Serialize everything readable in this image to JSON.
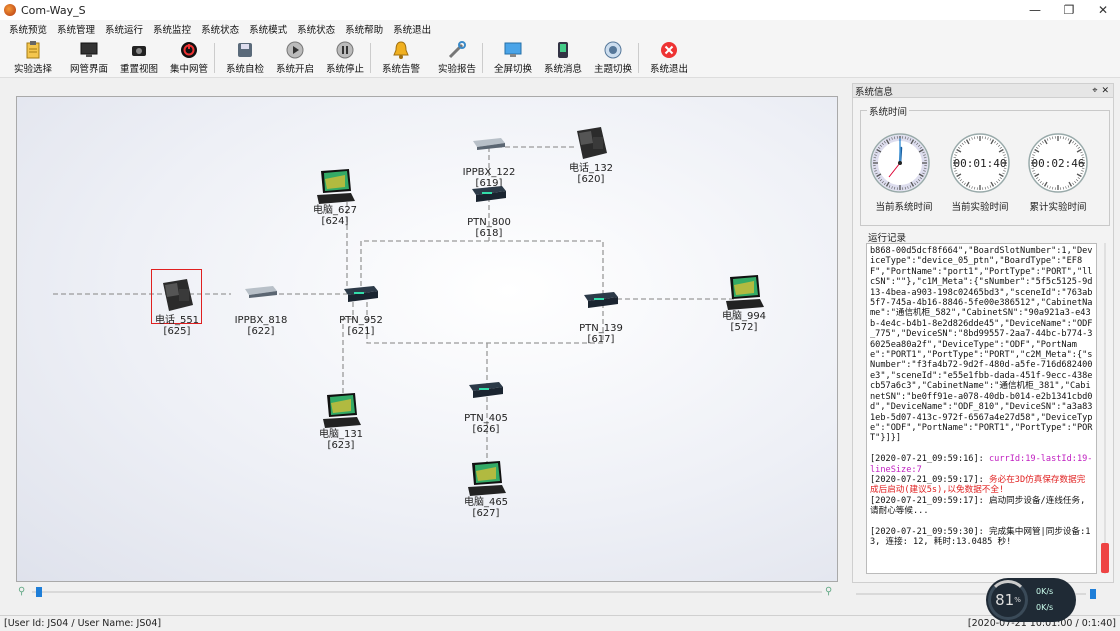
{
  "window": {
    "title": "Com-Way_S"
  },
  "menu": [
    "系统预览",
    "系统管理",
    "系统运行",
    "系统监控",
    "系统状态",
    "系统模式",
    "系统状态",
    "系统帮助",
    "系统退出"
  ],
  "toolbar": [
    {
      "label": "实验选择",
      "icon": "clipboard-icon"
    },
    {
      "label": "网管界面",
      "icon": "monitor-icon"
    },
    {
      "label": "重置视图",
      "icon": "camera-icon"
    },
    {
      "label": "集中网管",
      "icon": "power-icon"
    },
    {
      "label": "系统自检",
      "icon": "disk-icon"
    },
    {
      "label": "系统开启",
      "icon": "play-icon"
    },
    {
      "label": "系统停止",
      "icon": "pause-icon"
    },
    {
      "label": "系统告警",
      "icon": "bell-icon"
    },
    {
      "label": "实验报告",
      "icon": "tools-icon"
    },
    {
      "label": "全屏切换",
      "icon": "screen-icon"
    },
    {
      "label": "系统消息",
      "icon": "phone-icon"
    },
    {
      "label": "主题切换",
      "icon": "theme-icon"
    },
    {
      "label": "系统退出",
      "icon": "exit-icon"
    }
  ],
  "nodes": [
    {
      "id": "phone551",
      "name": "电话_551",
      "num": "[625]",
      "kind": "phone"
    },
    {
      "id": "ippbx818",
      "name": "IPPBX_818",
      "num": "[622]",
      "kind": "switch"
    },
    {
      "id": "ptn952",
      "name": "PTN_952",
      "num": "[621]",
      "kind": "router"
    },
    {
      "id": "pc627",
      "name": "电脑_627",
      "num": "[624]",
      "kind": "laptop"
    },
    {
      "id": "ippbx122",
      "name": "IPPBX_122",
      "num": "[619]",
      "kind": "switch"
    },
    {
      "id": "ptn800",
      "name": "PTN_800",
      "num": "[618]",
      "kind": "router"
    },
    {
      "id": "phone132",
      "name": "电话_132",
      "num": "[620]",
      "kind": "phone"
    },
    {
      "id": "ptn139",
      "name": "PTN_139",
      "num": "[617]",
      "kind": "router"
    },
    {
      "id": "pc994",
      "name": "电脑_994",
      "num": "[572]",
      "kind": "laptop"
    },
    {
      "id": "pc131",
      "name": "电脑_131",
      "num": "[623]",
      "kind": "laptop"
    },
    {
      "id": "ptn405",
      "name": "PTN_405",
      "num": "[626]",
      "kind": "router"
    },
    {
      "id": "pc465",
      "name": "电脑_465",
      "num": "[627]",
      "kind": "laptop"
    }
  ],
  "panel": {
    "title": "系统信息",
    "time_group": "系统时间",
    "clocks": [
      {
        "label": "当前系统时间",
        "value": ""
      },
      {
        "label": "当前实验时间",
        "value": "00:01:40"
      },
      {
        "label": "累计实验时间",
        "value": "00:02:46"
      }
    ],
    "log_group": "运行记录",
    "log": [
      {
        "text": "b868-00d5dcf8f664\",\"BoardSlotNumber\":1,\"DeviceType\":\"device_05_ptn\",\"BoardType\":\"EF8F\",\"PortName\":\"port1\",\"PortType\":\"PORT\",\"llcSN\":\"\"},\"c1M_Meta\":{\"sNumber\":\"5f5c5125-9d13-4bea-a903-198c02465bd3\",\"sceneId\":\"763ab5f7-745a-4b16-8846-5fe00e386512\",\"CabinetName\":\"通信机柜_582\",\"CabinetSN\":\"90a921a3-e43b-4e4c-b4b1-8e2d826dde45\",\"DeviceName\":\"ODF_775\",\"DeviceSN\":\"8bd99557-2aa7-44bc-b774-36025ea80a2f\",\"DeviceType\":\"ODF\",\"PortName\":\"PORT1\",\"PortType\":\"PORT\",\"c2M_Meta\":{\"sNumber\":\"f3fa4b72-9d2f-480d-a5fe-716d682400e3\",\"sceneId\":\"e55e1fbb-dada-451f-9ecc-438ecb57a6c3\",\"CabinetName\":\"通信机柜_381\",\"CabinetSN\":\"be0ff91e-a078-40db-b014-e2b1341cbd0d\",\"DeviceName\":\"ODF_810\",\"DeviceSN\":\"a3a831eb-5d07-413c-972f-6567a4e27d58\",\"DeviceType\":\"ODF\",\"PortName\":\"PORT1\",\"PortType\":\"PORT\"}]}]",
        "color": "#111111"
      },
      {
        "text": " ",
        "color": "#111111"
      },
      {
        "text": "[2020-07-21_09:59:16]: currId:19-lastId:19-lineSize:7",
        "color": "#111111",
        "hl": "currId:19-lastId:19-lineSize:7",
        "hlcolor": "#c020c0"
      },
      {
        "text": "[2020-07-21_09:59:17]: 务必在3D仿真保存数据完成后启动(建议5s),以免数据不全!",
        "color": "#111111",
        "hl": "务必在3D仿真保存数据完成后启动(建议5s),以免数据不全!",
        "hlcolor": "#e02020"
      },
      {
        "text": "[2020-07-21_09:59:17]: 启动同步设备/连线任务,请耐心等候...",
        "color": "#111111"
      },
      {
        "text": " ",
        "color": "#111111"
      },
      {
        "text": "[2020-07-21_09:59:30]: 完成集中网管|同步设备:13, 连接: 12, 耗时:13.0485 秒!",
        "color": "#111111"
      }
    ]
  },
  "status": {
    "user": "[User Id: JS04 / User Name: JS04]",
    "time": "[2020-07-21 10:01:00 / 0:1:40]"
  },
  "speed": {
    "percent": "81",
    "up": "0K/s",
    "down": "0K/s"
  }
}
